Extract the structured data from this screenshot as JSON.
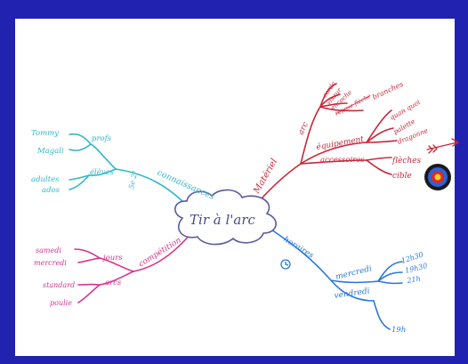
{
  "center": {
    "title": "Tir à l'arc"
  },
  "branches": {
    "connaissances": {
      "label": "connaissances",
      "note": "5e 2ᵈ",
      "profs": {
        "label": "profs",
        "items": [
          "Tommy",
          "Magali"
        ]
      },
      "eleves": {
        "label": "élèves",
        "items": [
          "adultes",
          "ados"
        ]
      }
    },
    "materiel": {
      "label": "Matériel",
      "arc": {
        "label": "arc",
        "items": [
          "corde",
          "viseur",
          "encoche",
          "branches"
        ],
        "crossed": "repose-flèche"
      },
      "equipement": {
        "label": "équipement",
        "items": [
          "quan quoi",
          "palette",
          "dragonne"
        ]
      },
      "accessoires": {
        "label": "accessoires",
        "items": [
          "flèches",
          "cible"
        ]
      }
    },
    "competition": {
      "label": "compétition",
      "jours": {
        "label": "jours",
        "items": [
          "samedi",
          "mercredi"
        ]
      },
      "arcs": {
        "label": "arcs",
        "items": [
          "standard",
          "poulie"
        ]
      }
    },
    "horaires": {
      "label": "horaires",
      "mercredi": {
        "label": "mercredi",
        "items": [
          "12h30",
          "19h30",
          "21h"
        ]
      },
      "vendredi": {
        "label": "vendredi",
        "items": [
          "19h"
        ]
      }
    }
  },
  "colors": {
    "border": "#2222b0",
    "connaissances": "#31b8c8",
    "materiel": "#c8283a",
    "competition": "#d8348c",
    "horaires": "#2a78d8"
  },
  "icons": [
    "clock-icon",
    "arrow-icon",
    "target-icon",
    "cloud-shape"
  ]
}
